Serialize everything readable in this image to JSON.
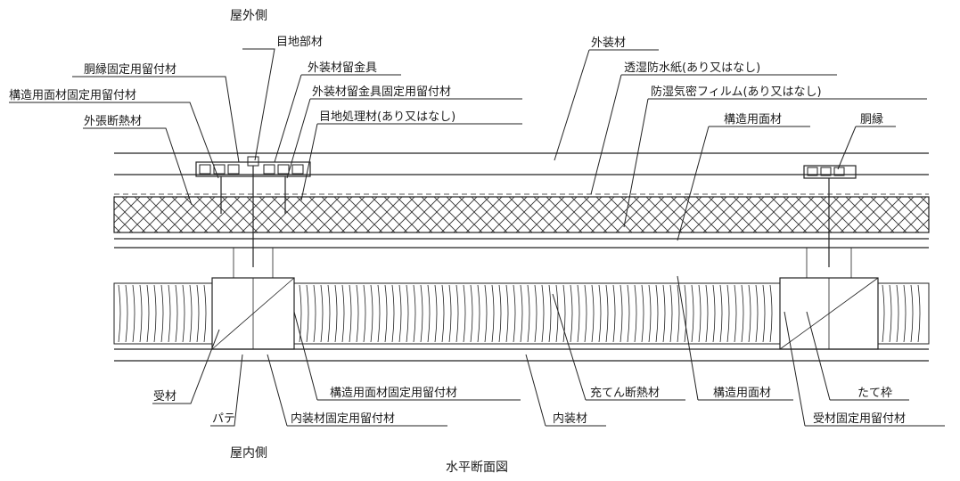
{
  "sides": {
    "outside": "屋外側",
    "inside": "屋内側"
  },
  "caption": "水平断面図",
  "labels": {
    "joint_material": "目地部材",
    "exterior_material": "外装材",
    "furring_fastener": "胴縁固定用留付材",
    "cladding_clip": "外装材留金具",
    "breathable_paper": "透湿防水紙(あり又はなし)",
    "structural_panel_fastener_top": "構造用面材固定用留付材",
    "clip_fastener": "外装材留金具固定用留付材",
    "vapor_film": "防湿気密フィルム(あり又はなし)",
    "exterior_insulation": "外張断熱材",
    "joint_treatment": "目地処理材(あり又はなし)",
    "structural_panel_top": "構造用面材",
    "furring": "胴縁",
    "receiving_member": "受材",
    "structural_panel_fastener_bottom": "構造用面材固定用留付材",
    "fill_insulation": "充てん断熱材",
    "structural_panel_bottom": "構造用面材",
    "stud": "たて枠",
    "putty": "パテ",
    "interior_fastener": "内装材固定用留付材",
    "interior_material": "内装材",
    "receiving_fastener": "受材固定用留付材"
  }
}
